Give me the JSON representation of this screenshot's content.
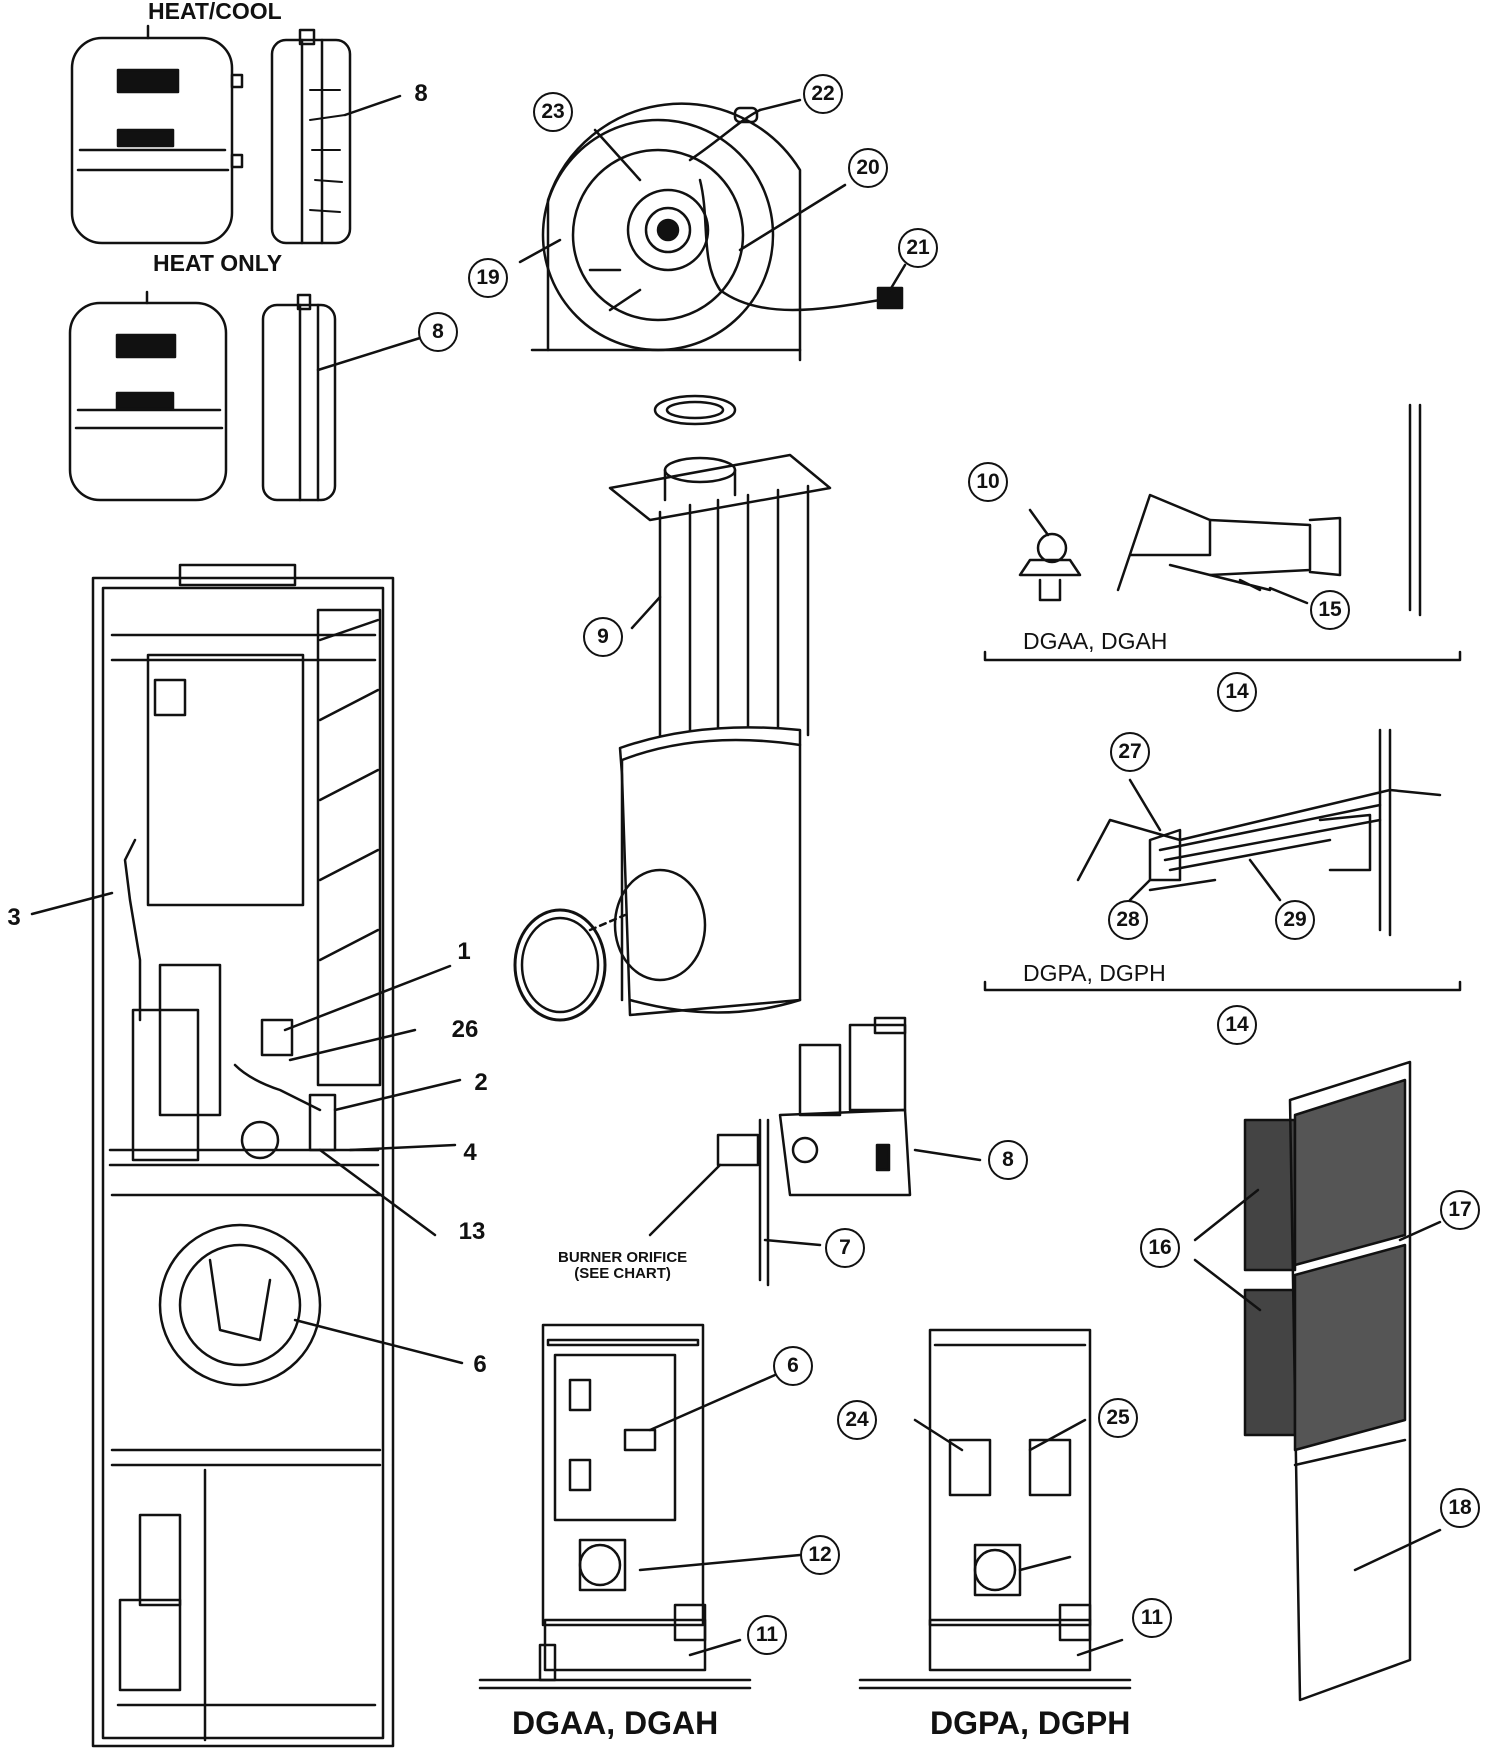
{
  "section_labels": {
    "heat_cool": "HEAT/COOL",
    "heat_only": "HEAT ONLY",
    "dgaa_dgah_bracket": "DGAA, DGAH",
    "dgpa_dgph_bracket": "DGPA, DGPH",
    "dgaa_dgah_bottom": "DGAA, DGAH",
    "dgpa_dgph_bottom": "DGPA, DGPH"
  },
  "burner_note": {
    "line1": "BURNER ORIFICE",
    "line2": "(SEE CHART)"
  },
  "callouts": [
    "23",
    "22",
    "20",
    "19",
    "21",
    "10",
    "15",
    "14",
    "27",
    "28",
    "29",
    "14",
    "9",
    "8",
    "7",
    "6",
    "24",
    "25",
    "12",
    "11",
    "11",
    "16",
    "17",
    "18"
  ],
  "plain_numbers": [
    "8",
    "3",
    "1",
    "26",
    "2",
    "4",
    "13",
    "6"
  ]
}
